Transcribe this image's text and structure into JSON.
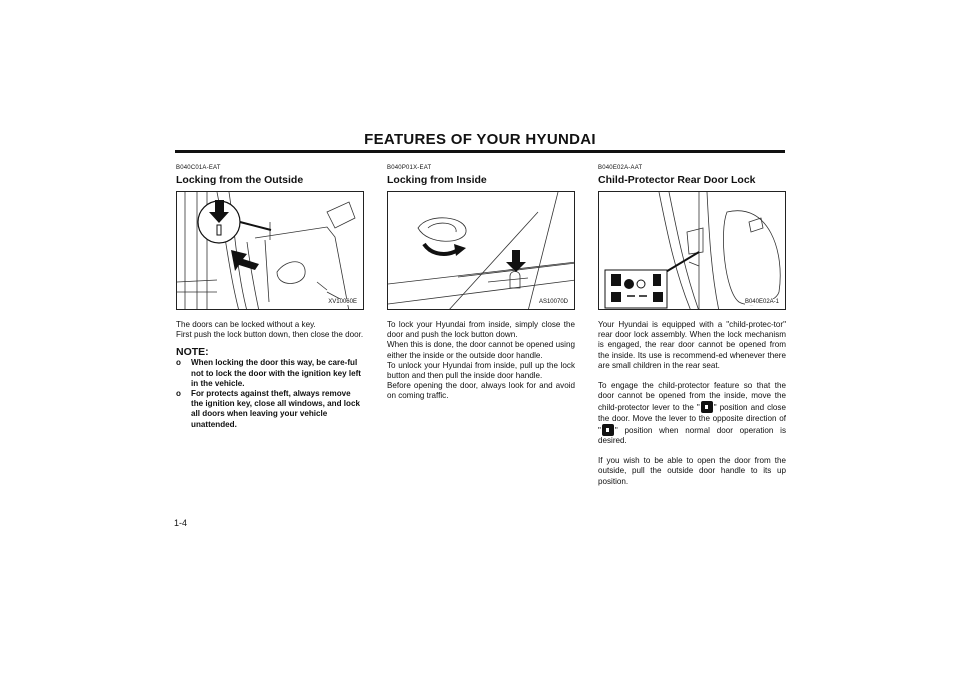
{
  "header": {
    "title": "FEATURES OF YOUR HYUNDAI"
  },
  "page_number": "1-4",
  "col1": {
    "code": "B040C01A-EAT",
    "title": "Locking from the Outside",
    "figure_label": "XV10060E",
    "body": [
      "The doors can be locked without a key.",
      "First push the lock button down, then close the door."
    ],
    "note_heading": "NOTE:",
    "notes": [
      {
        "bullet": "o",
        "text": "When locking the door this way, be care-ful not to lock the door with the ignition key left in the vehicle."
      },
      {
        "bullet": "o",
        "text": "For protects against theft, always remove the ignition key, close all windows, and lock all doors when leaving your vehicle unattended."
      }
    ]
  },
  "col2": {
    "code": "B040P01X-EAT",
    "title": "Locking from Inside",
    "figure_label": "AS10070D",
    "body": [
      "To lock your Hyundai from inside, simply close the door and push the lock button down.",
      "When this is done, the door cannot be opened using either the inside or the outside door handle.",
      "To unlock your Hyundai from inside, pull up the lock button and then pull the inside door handle.",
      "Before opening the door, always look for and avoid on coming traffic."
    ]
  },
  "col3": {
    "code": "B040E02A-AAT",
    "title": "Child-Protector Rear Door Lock",
    "figure_label": "B040E02A-1",
    "para1": "Your Hyundai is equipped with a \"child-protec-tor\" rear door lock assembly. When the lock mechanism is engaged, the rear door cannot be opened from the inside. Its use is recommend-ed whenever there are small children in the rear seat.",
    "para2_a": "To engage the child-protector feature so that the door cannot be opened from the inside, move the child-protector lever to the \"",
    "para2_b": "\" position and close the door. Move the lever to the opposite direction of \"",
    "para2_c": "\" position when normal door operation is desired.",
    "para3": "If you wish to be able to open the door from the outside, pull the outside door handle to its up position."
  },
  "icons": {
    "lock": "lock-icon",
    "arrow": "arrow-down-icon"
  }
}
